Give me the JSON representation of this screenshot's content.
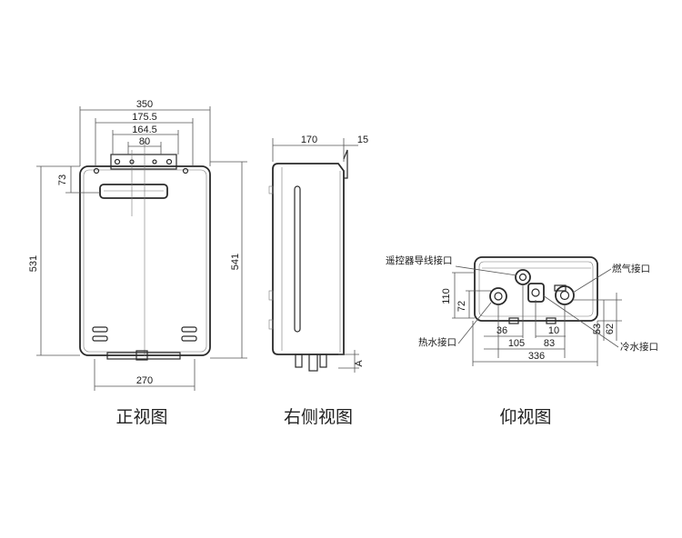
{
  "front_view": {
    "caption": "正视图",
    "dims": {
      "width_total": "350",
      "w_175": "175.5",
      "w_164": "164.5",
      "w_80": "80",
      "h_73": "73",
      "h_531": "531",
      "h_541": "541",
      "w_270": "270"
    }
  },
  "side_view": {
    "caption": "右侧视图",
    "dims": {
      "depth": "170",
      "bracket": "15",
      "a_mark": "A"
    }
  },
  "bottom_view": {
    "caption": "仰视图",
    "labels": {
      "remote": "遥控器导线接口",
      "gas": "燃气接口",
      "hot": "热水接口",
      "cold": "冷水接口"
    },
    "dims": {
      "d110": "110",
      "d72": "72",
      "d36": "36",
      "d10": "10",
      "d105": "105",
      "d83": "83",
      "d336": "336",
      "d53": "53",
      "d62": "62"
    }
  }
}
